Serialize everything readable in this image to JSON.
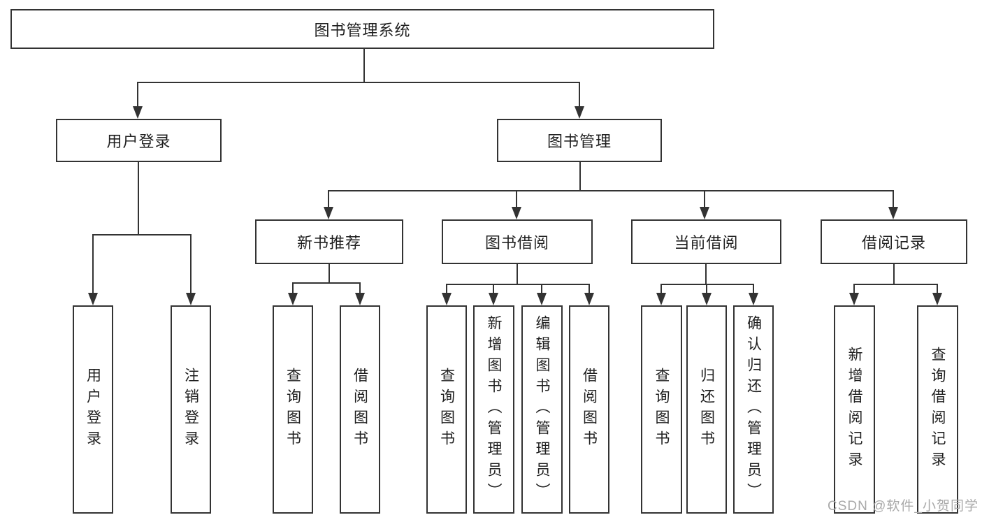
{
  "diagram": {
    "tree": {
      "label": "图书管理系统",
      "children": [
        {
          "label": "用户登录",
          "children": [
            {
              "label": "用户登录"
            },
            {
              "label": "注销登录"
            }
          ]
        },
        {
          "label": "图书管理",
          "children": [
            {
              "label": "新书推荐",
              "children": [
                {
                  "label": "查询图书"
                },
                {
                  "label": "借阅图书"
                }
              ]
            },
            {
              "label": "图书借阅",
              "children": [
                {
                  "label": "查询图书"
                },
                {
                  "label": "新增图书（管理员）"
                },
                {
                  "label": "编辑图书（管理员）"
                },
                {
                  "label": "借阅图书"
                }
              ]
            },
            {
              "label": "当前借阅",
              "children": [
                {
                  "label": "查询图书"
                },
                {
                  "label": "归还图书"
                },
                {
                  "label": "确认归还（管理员）"
                }
              ]
            },
            {
              "label": "借阅记录",
              "children": [
                {
                  "label": "新增借阅记录"
                },
                {
                  "label": "查询借阅记录"
                }
              ]
            }
          ]
        }
      ]
    },
    "colors": {
      "line": "#333333",
      "box_border": "#333333",
      "text": "#1f1f1f",
      "background": "#ffffff",
      "watermark": "#a9a9a9"
    }
  },
  "watermark": {
    "text": "CSDN @软件_小贺同学"
  }
}
